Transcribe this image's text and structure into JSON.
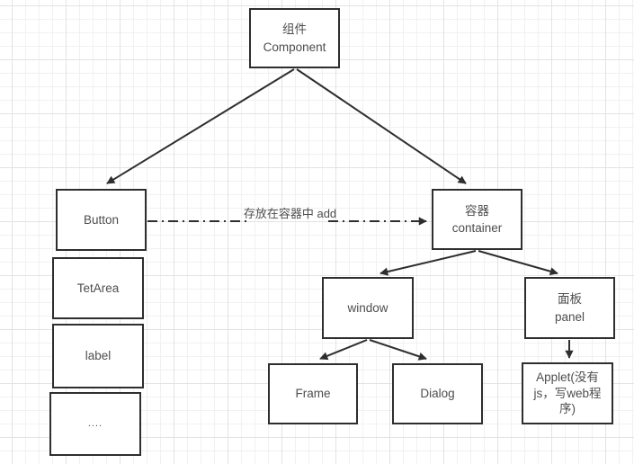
{
  "diagram": {
    "nodes": {
      "component": {
        "line1": "组件",
        "line2": "Component"
      },
      "button": {
        "label": "Button"
      },
      "tetarea": {
        "label": "TetArea"
      },
      "label_box": {
        "label": "label"
      },
      "dots": {
        "label": "...."
      },
      "container": {
        "line1": "容器",
        "line2": "container"
      },
      "window": {
        "label": "window"
      },
      "panel": {
        "line1": "面板",
        "line2": "panel"
      },
      "frame": {
        "label": "Frame"
      },
      "dialog": {
        "label": "Dialog"
      },
      "applet": {
        "label": "Applet(没有js，写web程序)"
      }
    },
    "edge_label": {
      "line1": "存放在容器中",
      "line2": "add"
    },
    "colors": {
      "stroke": "#2e2e2e",
      "text": "#4d4d4d",
      "node_fill": "#ffffff",
      "grid_minor": "#f1f1f1",
      "grid_major": "#e3e3e3",
      "background": "#ffffff"
    }
  }
}
